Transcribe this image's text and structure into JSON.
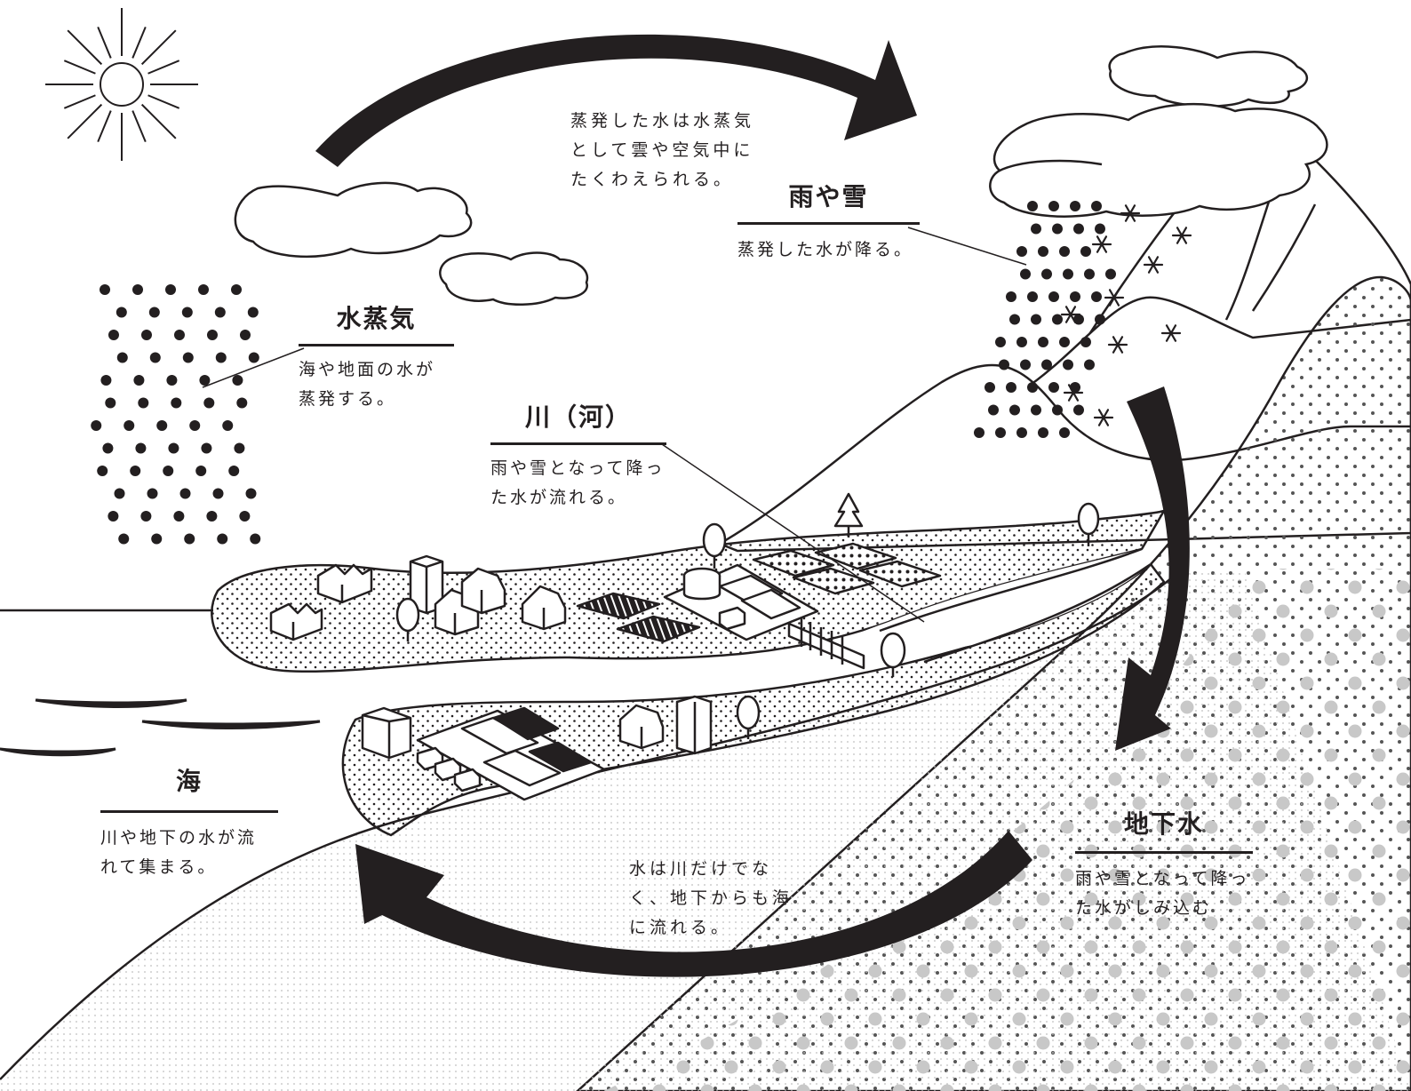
{
  "arrow_notes": {
    "top": [
      "蒸発した水は水蒸気",
      "として雲や空気中に",
      "たくわえられる。"
    ],
    "bottom": [
      "水は川だけでな",
      "く、地下からも海",
      "に流れる。"
    ]
  },
  "labels": {
    "rain_snow": {
      "title": "雨や雪",
      "desc": [
        "蒸発した水が降る。"
      ]
    },
    "vapor": {
      "title": "水蒸気",
      "desc": [
        "海や地面の水が",
        "蒸発する。"
      ]
    },
    "river": {
      "title": "川（河）",
      "desc": [
        "雨や雪となって降っ",
        "た水が流れる。"
      ]
    },
    "sea": {
      "title": "海",
      "desc": [
        "川や地下の水が流",
        "れて集まる。"
      ]
    },
    "groundwater": {
      "title": "地下水",
      "desc": [
        "雨や雪となって降っ",
        "た水がしみ込む"
      ]
    }
  },
  "icons": [
    "sun-icon",
    "cloud-icon",
    "snowflake-icon",
    "tree-icon",
    "factory-icon",
    "house-icon",
    "building-icon",
    "field-icon",
    "water-tank-icon",
    "weir-icon",
    "arrow-icon"
  ],
  "colors": {
    "ink": "#231f20",
    "paper": "#ffffff",
    "gray": "#c8c8c8"
  }
}
